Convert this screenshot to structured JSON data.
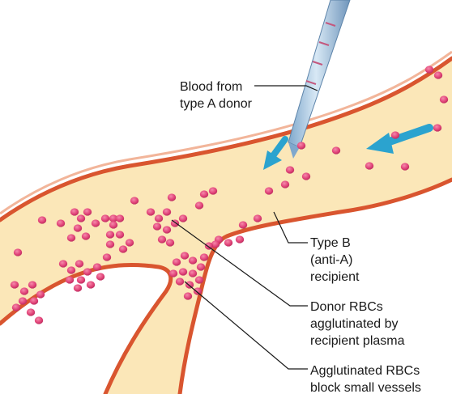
{
  "figure": {
    "labels": {
      "donor_blood": "Blood from\ntype A donor",
      "recipient": "Type B\n(anti-A)\nrecipient",
      "donor_rbcs": "Donor RBCs\nagglutinated by\nrecipient plasma",
      "small_vessels": "Agglutinated RBCs\nblock small vessels"
    },
    "icons": {
      "syringe": "pipette-icon",
      "flow_arrows": "flow-arrow-icon",
      "cells": "red-blood-cell-icon"
    },
    "colors": {
      "plasma": "#fbe7b8",
      "vessel_wall": "#d9552f",
      "rbc": "#e2457a",
      "flow_arrow": "#2ba3cf",
      "pipette": "#9fc3e0"
    }
  }
}
